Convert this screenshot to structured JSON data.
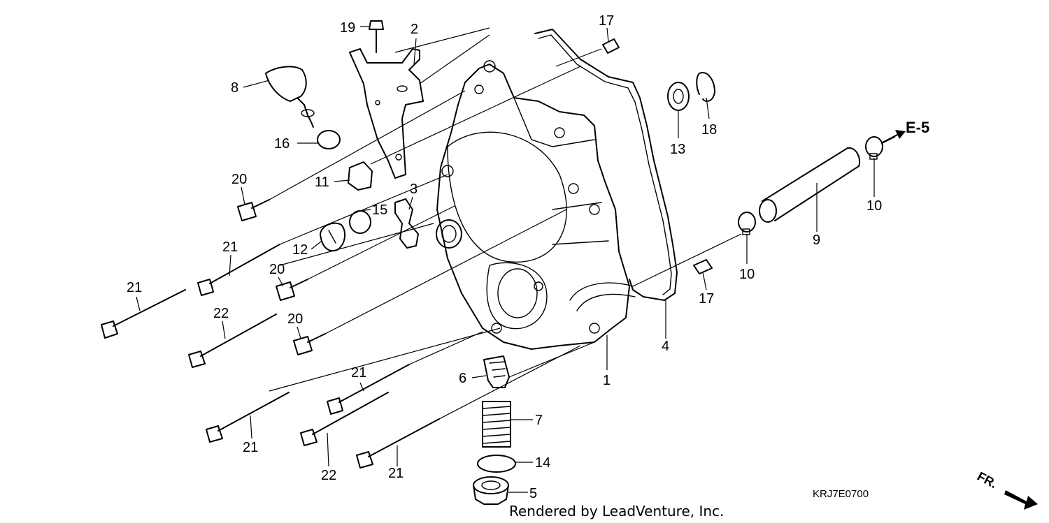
{
  "diagram": {
    "callouts": [
      {
        "id": "c1",
        "text": "1"
      },
      {
        "id": "c2",
        "text": "2"
      },
      {
        "id": "c3",
        "text": "3"
      },
      {
        "id": "c4",
        "text": "4"
      },
      {
        "id": "c5",
        "text": "5"
      },
      {
        "id": "c6",
        "text": "6"
      },
      {
        "id": "c7",
        "text": "7"
      },
      {
        "id": "c8",
        "text": "8"
      },
      {
        "id": "c9",
        "text": "9"
      },
      {
        "id": "c10a",
        "text": "10"
      },
      {
        "id": "c10b",
        "text": "10"
      },
      {
        "id": "c11",
        "text": "11"
      },
      {
        "id": "c12",
        "text": "12"
      },
      {
        "id": "c13",
        "text": "13"
      },
      {
        "id": "c14",
        "text": "14"
      },
      {
        "id": "c15",
        "text": "15"
      },
      {
        "id": "c16",
        "text": "16"
      },
      {
        "id": "c17a",
        "text": "17"
      },
      {
        "id": "c17b",
        "text": "17"
      },
      {
        "id": "c18",
        "text": "18"
      },
      {
        "id": "c19",
        "text": "19"
      },
      {
        "id": "c20a",
        "text": "20"
      },
      {
        "id": "c20b",
        "text": "20"
      },
      {
        "id": "c20c",
        "text": "20"
      },
      {
        "id": "c21a",
        "text": "21"
      },
      {
        "id": "c21b",
        "text": "21"
      },
      {
        "id": "c21c",
        "text": "21"
      },
      {
        "id": "c21d",
        "text": "21"
      },
      {
        "id": "c21e",
        "text": "21"
      },
      {
        "id": "c22a",
        "text": "22"
      },
      {
        "id": "c22b",
        "text": "22"
      }
    ],
    "reference_label": "E-5",
    "diagram_code": "KRJ7E0700",
    "direction_label": "FR.",
    "footer": "Rendered by LeadVenture, Inc."
  }
}
